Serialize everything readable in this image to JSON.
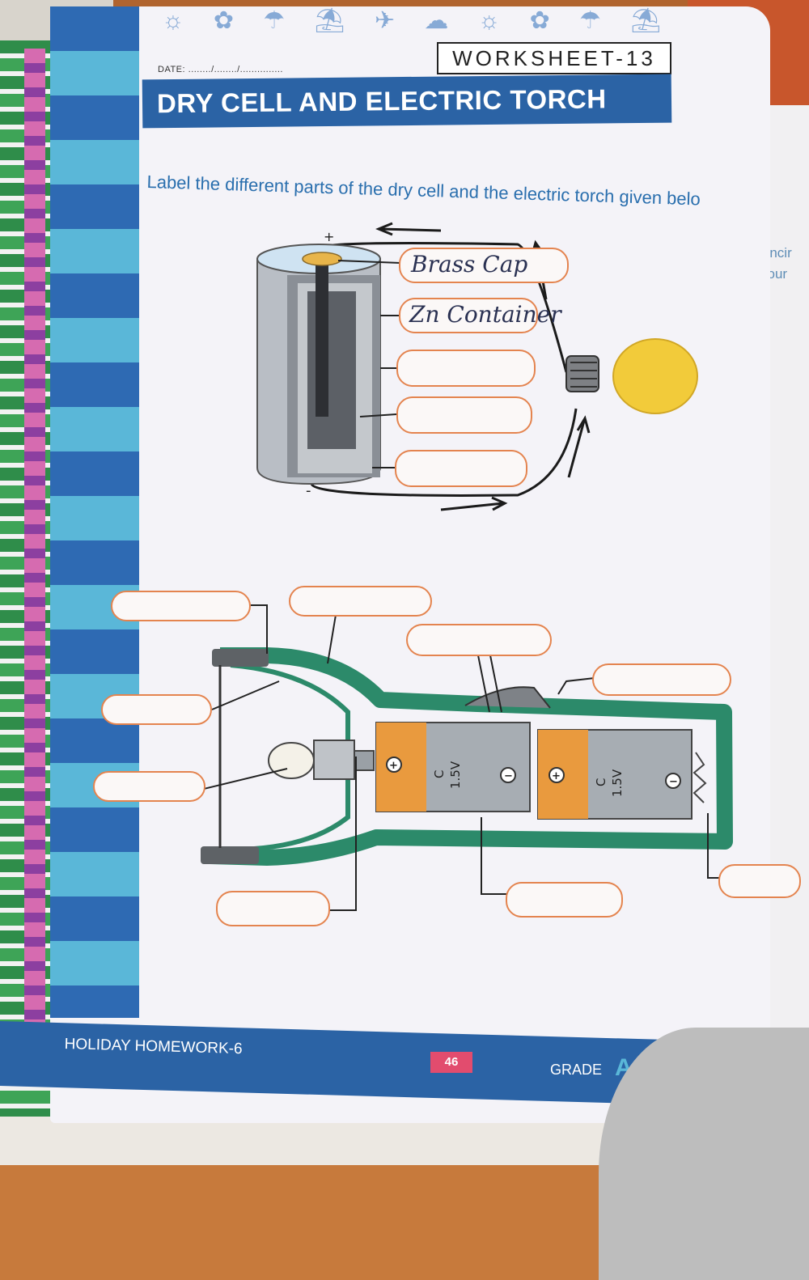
{
  "worksheet": {
    "date_label": "DATE: ......../......../...............",
    "worksheet_number": "WORKSHEET-13",
    "title": "DRY CELL AND ELECTRIC TORCH",
    "instruction": "Label the different parts of the dry cell and the electric torch given belo"
  },
  "dry_cell": {
    "plus_sign": "+",
    "minus_sign": "-",
    "handwritten_labels": [
      "Brass Cap",
      "Zn Container"
    ]
  },
  "torch": {
    "battery_1": {
      "positive": "+",
      "type": "C",
      "voltage": "1.5V",
      "negative": "−"
    },
    "battery_2": {
      "positive": "+",
      "type": "C",
      "voltage": "1.5V",
      "negative": "−"
    }
  },
  "next_page_text": [
    "Encir",
    "sour"
  ],
  "footer": {
    "left": "HOLIDAY HOMEWORK-6",
    "page_number": "46",
    "grade_label": "GRADE",
    "grade_marks": "A☆ B☆"
  },
  "decorations": "☼ ✿ ☂ ⛱ ✈ ☁ ☼ ✿ ☂ ⛱",
  "colors": {
    "title_band": "#2b63a5",
    "label_box_border": "#e4844f",
    "torch_body": "#2c8a6a",
    "battery_orange": "#e99a3e",
    "bulb_yellow": "#f2cb3a"
  }
}
